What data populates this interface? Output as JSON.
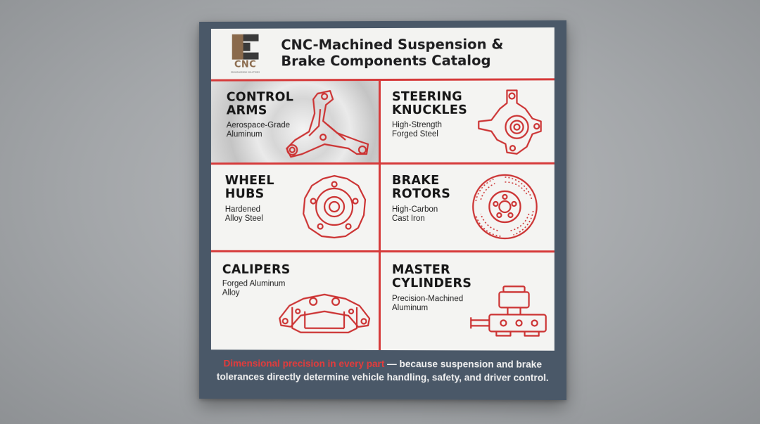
{
  "header": {
    "logo_text": "CNC",
    "logo_subtext": "PROGRAMMING SOLUTIONS",
    "title_line1": "CNC-Machined Suspension &",
    "title_line2": "Brake Components Catalog"
  },
  "components": [
    {
      "title_line1": "CONTROL",
      "title_line2": "ARMS",
      "sub_line1": "Aerospace-Grade",
      "sub_line2": "Aluminum",
      "icon": "control-arm-icon"
    },
    {
      "title_line1": "STEERING",
      "title_line2": "KNUCKLES",
      "sub_line1": "High-Strength",
      "sub_line2": "Forged Steel",
      "icon": "steering-knuckle-icon"
    },
    {
      "title_line1": "WHEEL",
      "title_line2": "HUBS",
      "sub_line1": "Hardened",
      "sub_line2": "Alloy Steel",
      "icon": "wheel-hub-icon"
    },
    {
      "title_line1": "BRAKE",
      "title_line2": "ROTORS",
      "sub_line1": "High-Carbon",
      "sub_line2": "Cast Iron",
      "icon": "brake-rotor-icon"
    },
    {
      "title_line1": "CALIPERS",
      "title_line2": "",
      "sub_line1": "Forged Aluminum",
      "sub_line2": "Alloy",
      "icon": "caliper-icon"
    },
    {
      "title_line1": "MASTER",
      "title_line2": "CYLINDERS",
      "sub_line1": "Precision-Machined",
      "sub_line2": "Aluminum",
      "icon": "master-cylinder-icon"
    }
  ],
  "footer": {
    "highlight": "Dimensional precision in every part",
    "rest_line1": " — because suspension and brake",
    "line2": "tolerances directly determine vehicle handling, safety, and driver control."
  },
  "colors": {
    "accent_red": "#d63a3a",
    "poster_border": "#4a5868",
    "panel_bg": "#f4f4f2",
    "logo_brown": "#8a6a4c"
  }
}
